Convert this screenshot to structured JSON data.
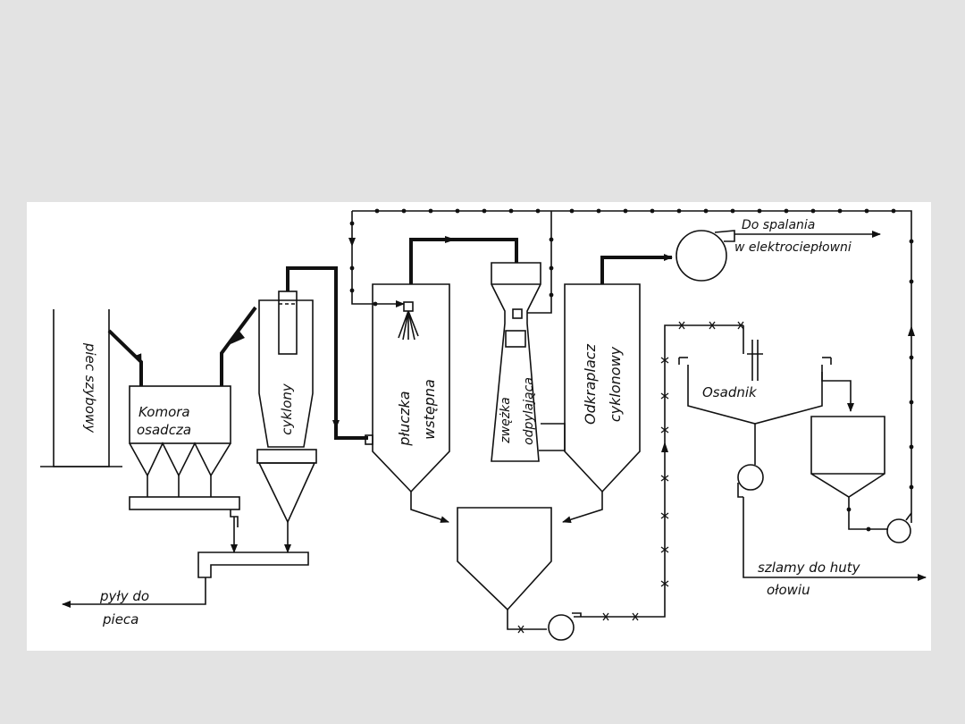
{
  "labels": {
    "piec": "piec szybowy",
    "komora_line1": "Komora",
    "komora_line2": "osadcza",
    "cyklony": "cyklony",
    "pluczka_line1": "płuczka",
    "pluczka_line2": "wstępna",
    "zwezka_line1": "zwężka",
    "zwezka_line2": "odpylająca",
    "odkraplacz_line1": "Odkraplacz",
    "odkraplacz_line2": "cyklonowy",
    "do_spalania_line1": "Do spalania",
    "do_spalania_line2": "w elektrociepłowni",
    "osadnik": "Osadnik",
    "szlamy_line1": "szlamy do huty",
    "szlamy_line2": "ołowiu",
    "pyly_line1": "pyły do",
    "pyly_line2": "pieca"
  },
  "colors": {
    "background": "#e3e3e3",
    "panel": "#ffffff",
    "ink": "#111111"
  }
}
